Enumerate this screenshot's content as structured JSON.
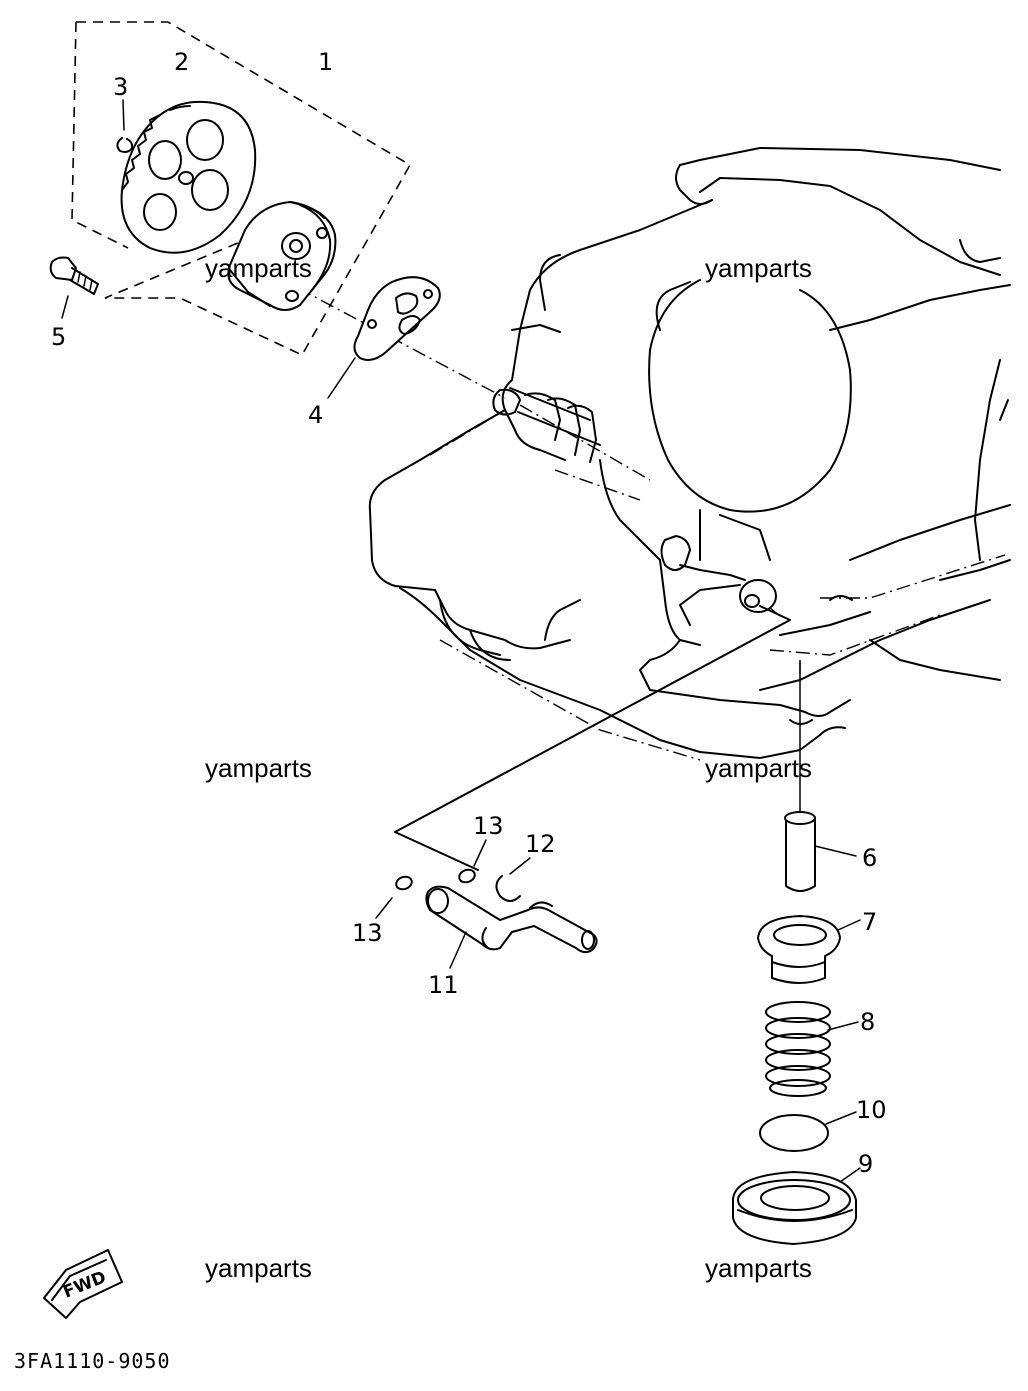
{
  "diagram": {
    "part_labels": {
      "p1": "1",
      "p2": "2",
      "p3": "3",
      "p4": "4",
      "p5": "5",
      "p6": "6",
      "p7": "7",
      "p8": "8",
      "p9": "9",
      "p10": "10",
      "p11": "11",
      "p12": "12",
      "p13a": "13",
      "p13b": "13"
    },
    "watermarks": [
      "yamparts",
      "yamparts",
      "yamparts",
      "yamparts",
      "yamparts",
      "yamparts"
    ],
    "direction_marker": "FWD",
    "drawing_code": "3FA1110-9050"
  }
}
